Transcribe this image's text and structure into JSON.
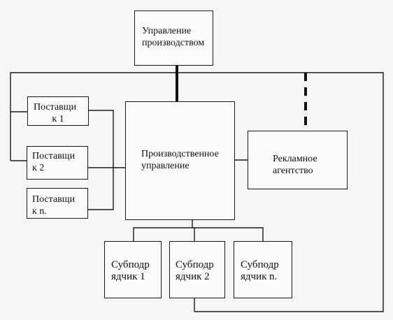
{
  "diagram": {
    "management": {
      "line1": "Управление",
      "line2": "производством"
    },
    "suppliers": [
      {
        "line1": "Поставщи",
        "line2": "к 1"
      },
      {
        "line1": "Поставщи",
        "line2": "к 2"
      },
      {
        "line1": "Поставщи",
        "line2": "к n."
      }
    ],
    "production": {
      "line1": "Производственное",
      "line2": "управление"
    },
    "agency": {
      "line1": "Рекламное",
      "line2": "агентство"
    },
    "subcontractors": [
      {
        "line1": "Субподр",
        "line2": "ядчик 1"
      },
      {
        "line1": "Субподр",
        "line2": "ядчик 2"
      },
      {
        "line1": "Субподр",
        "line2": "ядчик n."
      }
    ]
  }
}
